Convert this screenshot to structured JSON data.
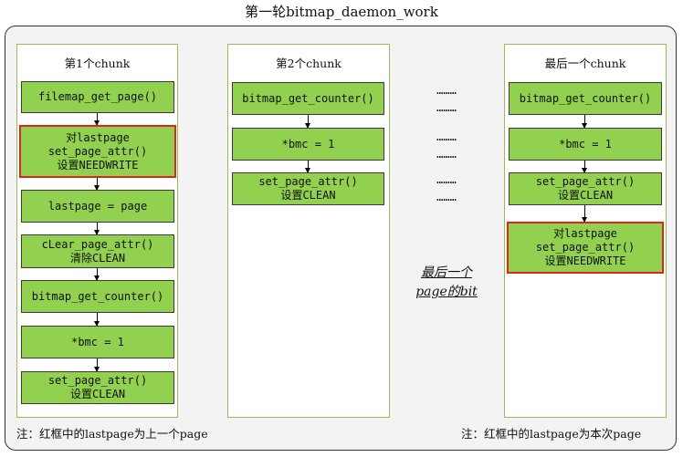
{
  "title": "第一轮bitmap_daemon_work",
  "columns": [
    {
      "title": "第1个chunk",
      "boxes": [
        {
          "lines": [
            "filemap_get_page()"
          ]
        },
        {
          "lines": [
            "对lastpage",
            "set_page_attr()",
            "设置NEEDWRITE"
          ],
          "highlight": true
        },
        {
          "lines": [
            "lastpage = page"
          ]
        },
        {
          "lines": [
            "cLear_page_attr()",
            "清除CLEAN"
          ]
        },
        {
          "lines": [
            "bitmap_get_counter()"
          ]
        },
        {
          "lines": [
            "*bmc = 1"
          ]
        },
        {
          "lines": [
            "set_page_attr()",
            "设置CLEAN"
          ]
        }
      ]
    },
    {
      "title": "第2个chunk",
      "boxes": [
        {
          "lines": [
            "bitmap_get_counter()"
          ]
        },
        {
          "lines": [
            "*bmc = 1"
          ]
        },
        {
          "lines": [
            "set_page_attr()",
            "设置CLEAN"
          ]
        }
      ]
    },
    {
      "title": "最后一个chunk",
      "boxes": [
        {
          "lines": [
            "bitmap_get_counter()"
          ]
        },
        {
          "lines": [
            "*bmc = 1"
          ]
        },
        {
          "lines": [
            "set_page_attr()",
            "设置CLEAN"
          ]
        },
        {
          "lines": [
            "对lastpage",
            "set_page_attr()",
            "设置NEEDWRITE"
          ],
          "highlight": true
        }
      ]
    }
  ],
  "ellipsis": [
    "………",
    "………",
    "………",
    "………",
    "………",
    "………"
  ],
  "middle_note": [
    "最后一个",
    "page的bit"
  ],
  "footnotes": {
    "left": "注：红框中的lastpage为上一个page",
    "right": "注：红框中的lastpage为本次page"
  }
}
